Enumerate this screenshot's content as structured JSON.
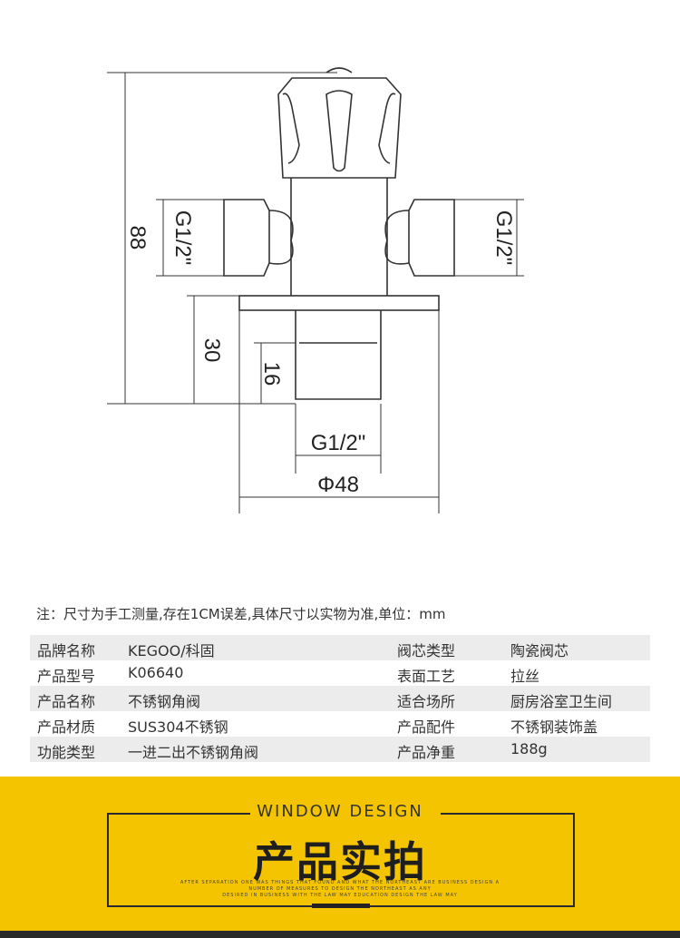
{
  "drawing": {
    "dim_total_height": "88",
    "dim_left_thread": "G1/2\"",
    "dim_right_thread": "G1/2\"",
    "dim_base_height": "30",
    "dim_thread_length": "16",
    "dim_bottom_thread": "G1/2\"",
    "dim_flange_diameter": "Φ48"
  },
  "note": "注：尺寸为手工测量,存在1CM误差,具体尺寸以实物为准,单位：mm",
  "specs": [
    {
      "l1": "品牌名称",
      "v1": "KEGOO/科固",
      "l2": "阀芯类型",
      "v2": "陶瓷阀芯"
    },
    {
      "l1": "产品型号",
      "v1": "K06640",
      "l2": "表面工艺",
      "v2": "拉丝"
    },
    {
      "l1": "产品名称",
      "v1": "不锈钢角阀",
      "l2": "适合场所",
      "v2": "厨房浴室卫生间"
    },
    {
      "l1": "产品材质",
      "v1": "SUS304不锈钢",
      "l2": "产品配件",
      "v2": "不锈钢装饰盖"
    },
    {
      "l1": "功能类型",
      "v1": "一进二出不锈钢角阀",
      "l2": "产品净重",
      "v2": "188g"
    }
  ],
  "banner": {
    "subtitle": "WINDOW DESIGN",
    "title": "产品实拍",
    "fine1": "AFTER SEPARATION ONE WAS THINGS THAT FOUND AND WHAT THE NORTHEAST ARE BUSINESS DESIGN A",
    "fine2": "NUMBER OF MEASURES TO DESIGN THE NORTHEAST AS ANY",
    "fine3": "DESIRED IN BUSINESS WITH THE LAW MAY EDUCATION DESIGN THE LAW MAY"
  }
}
